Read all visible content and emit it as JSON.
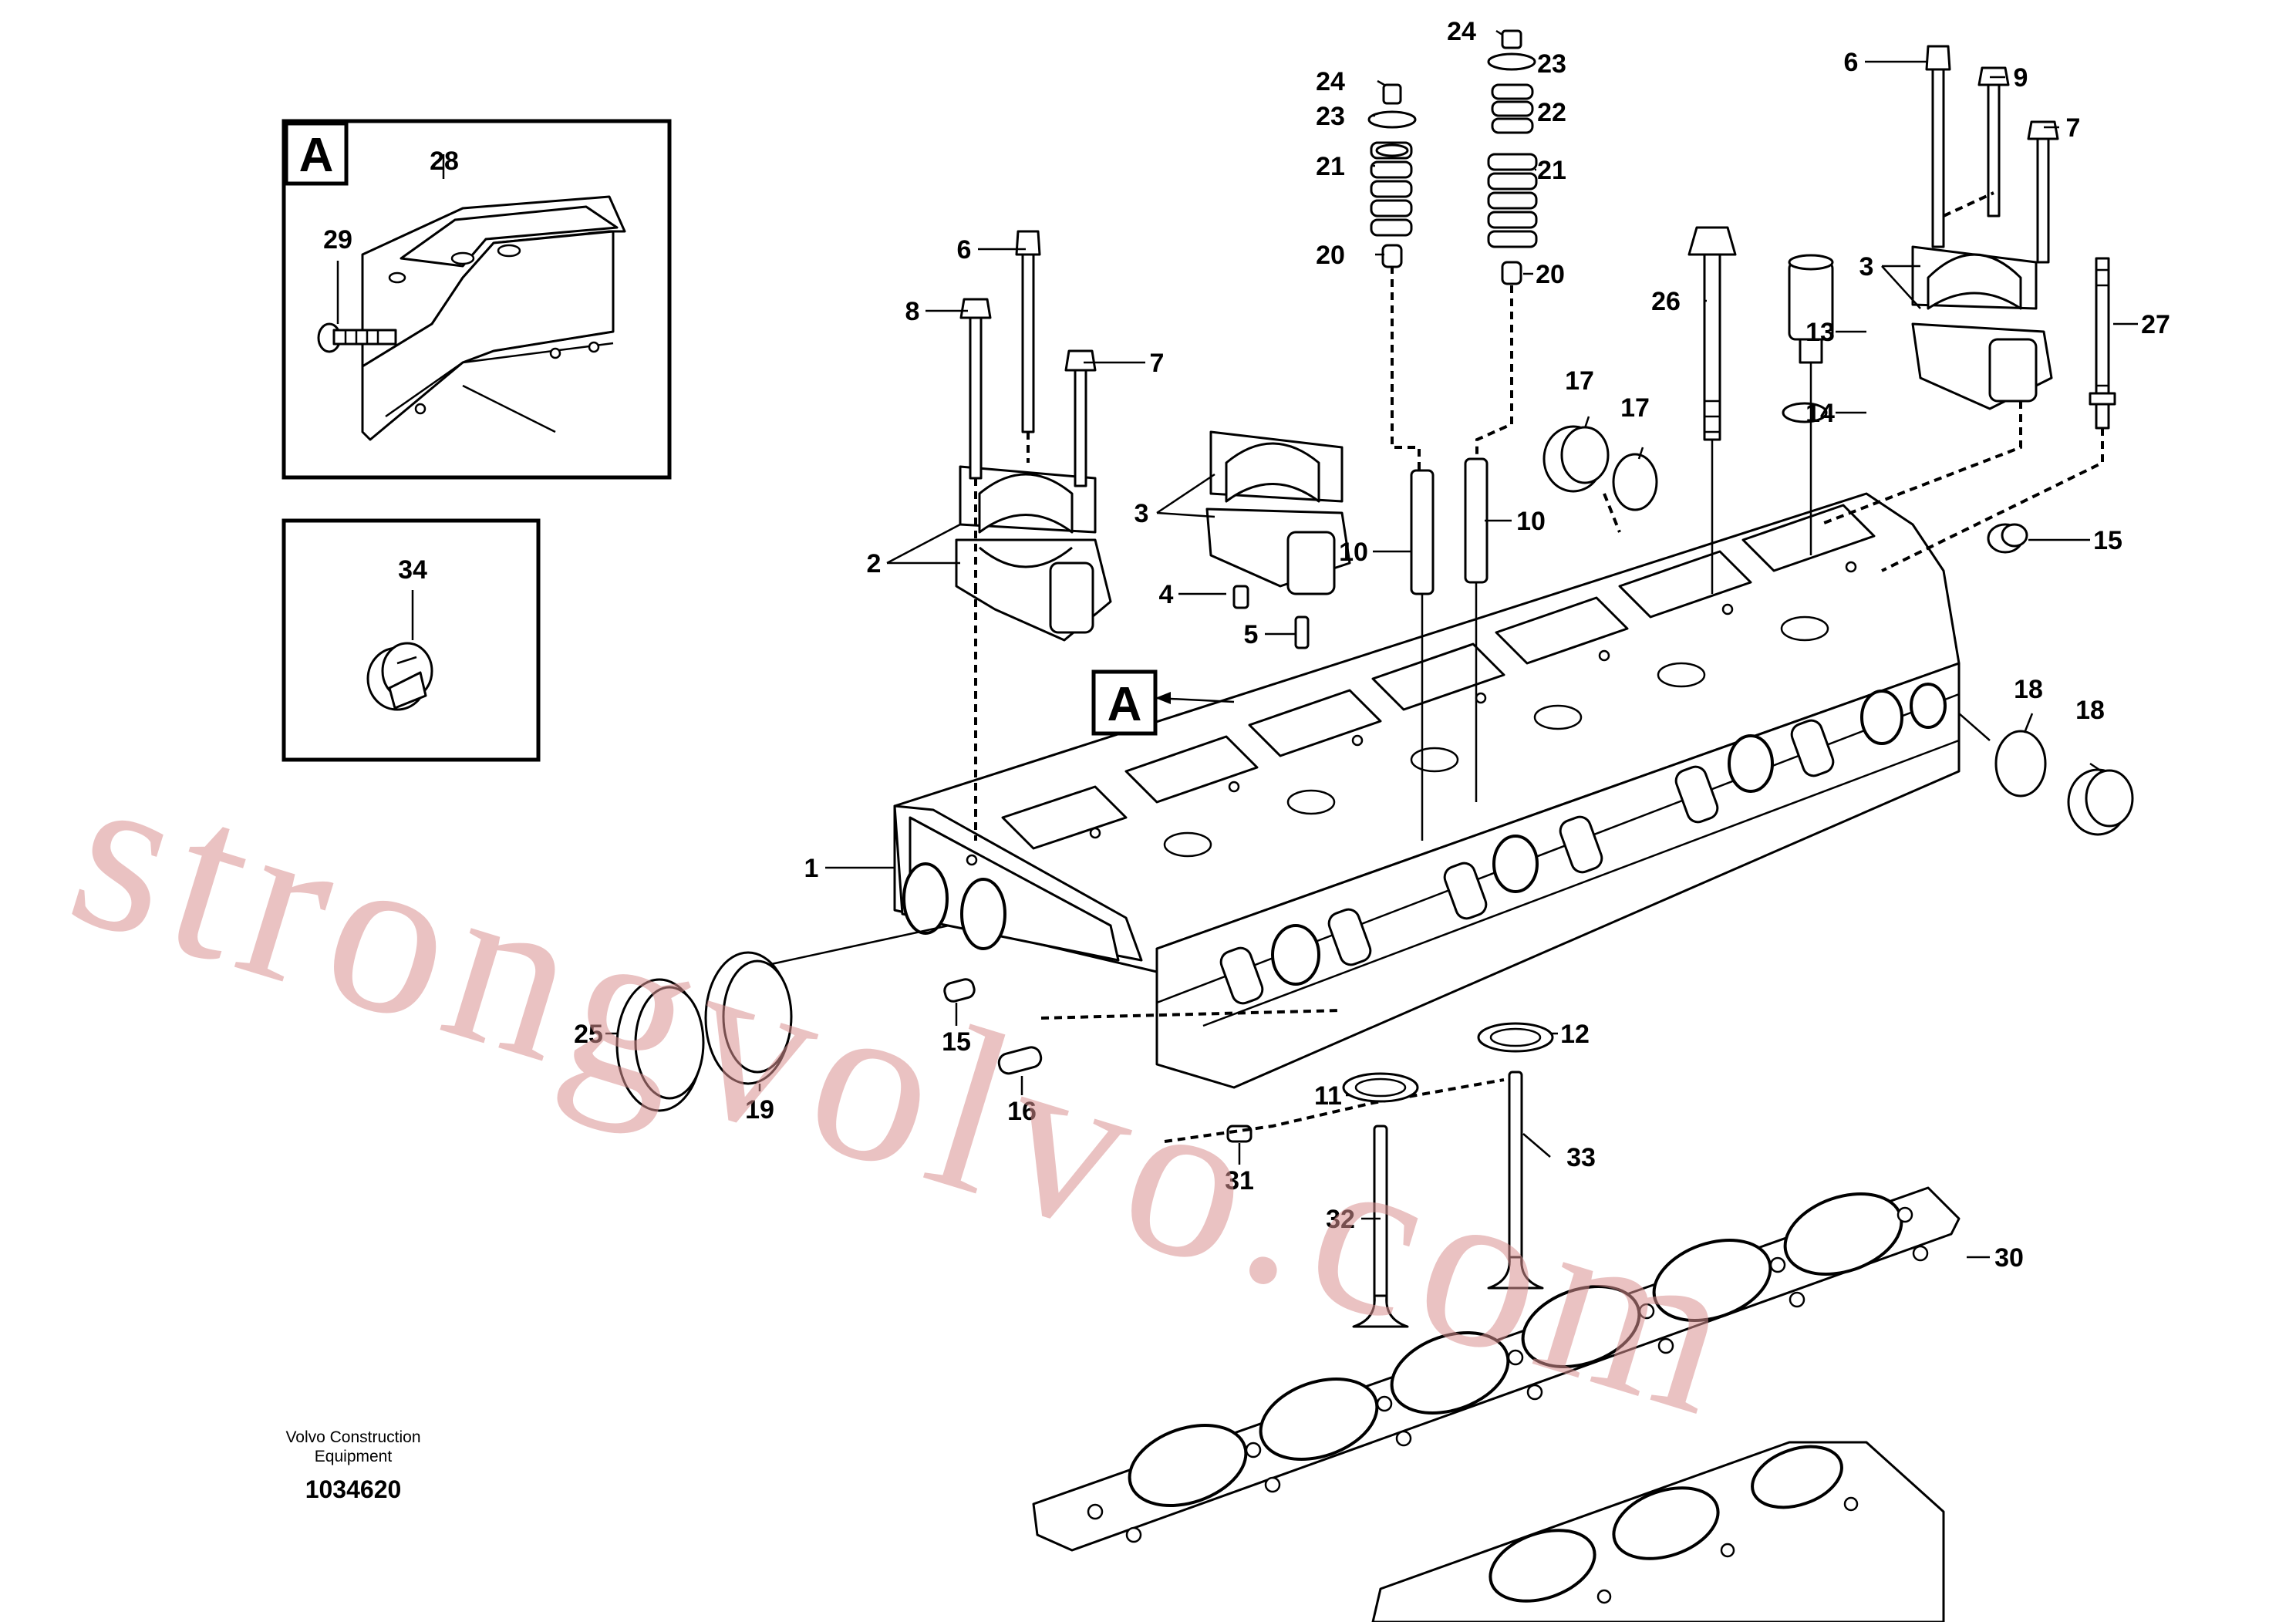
{
  "inset_a": {
    "letter": "A"
  },
  "cylinder_head_marker": {
    "letter": "A"
  },
  "callouts": [
    {
      "id": "inset-28",
      "label": "28"
    },
    {
      "id": "inset-29",
      "label": "29"
    },
    {
      "id": "inset-34",
      "label": "34"
    },
    {
      "id": "c1",
      "label": "1"
    },
    {
      "id": "c2",
      "label": "2"
    },
    {
      "id": "c3-left",
      "label": "3"
    },
    {
      "id": "c3-right",
      "label": "3"
    },
    {
      "id": "c4",
      "label": "4"
    },
    {
      "id": "c5",
      "label": "5"
    },
    {
      "id": "c6-left",
      "label": "6"
    },
    {
      "id": "c6-right",
      "label": "6"
    },
    {
      "id": "c7-left",
      "label": "7"
    },
    {
      "id": "c7-right",
      "label": "7"
    },
    {
      "id": "c8",
      "label": "8"
    },
    {
      "id": "c9",
      "label": "9"
    },
    {
      "id": "c10-left",
      "label": "10"
    },
    {
      "id": "c10-right",
      "label": "10"
    },
    {
      "id": "c11",
      "label": "11"
    },
    {
      "id": "c12",
      "label": "12"
    },
    {
      "id": "c13",
      "label": "13"
    },
    {
      "id": "c14",
      "label": "14"
    },
    {
      "id": "c15-right",
      "label": "15"
    },
    {
      "id": "c15-bottom",
      "label": "15"
    },
    {
      "id": "c16",
      "label": "16"
    },
    {
      "id": "c17-top",
      "label": "17"
    },
    {
      "id": "c17-side",
      "label": "17"
    },
    {
      "id": "c18-top",
      "label": "18"
    },
    {
      "id": "c18-side",
      "label": "18"
    },
    {
      "id": "c19",
      "label": "19"
    },
    {
      "id": "c20-left",
      "label": "20"
    },
    {
      "id": "c20-right",
      "label": "20"
    },
    {
      "id": "c21-left",
      "label": "21"
    },
    {
      "id": "c21-right",
      "label": "21"
    },
    {
      "id": "c22",
      "label": "22"
    },
    {
      "id": "c23-left",
      "label": "23"
    },
    {
      "id": "c23-right",
      "label": "23"
    },
    {
      "id": "c24-left",
      "label": "24"
    },
    {
      "id": "c24-right",
      "label": "24"
    },
    {
      "id": "c25",
      "label": "25"
    },
    {
      "id": "c26",
      "label": "26"
    },
    {
      "id": "c27",
      "label": "27"
    },
    {
      "id": "c30",
      "label": "30"
    },
    {
      "id": "c31",
      "label": "31"
    },
    {
      "id": "c32",
      "label": "32"
    },
    {
      "id": "c33",
      "label": "33"
    }
  ],
  "caption": {
    "line1": "Volvo Construction",
    "line2": "Equipment",
    "document_number": "1034620"
  },
  "watermark": {
    "text": "strongvolvo.com",
    "color": "#d98f8f"
  }
}
